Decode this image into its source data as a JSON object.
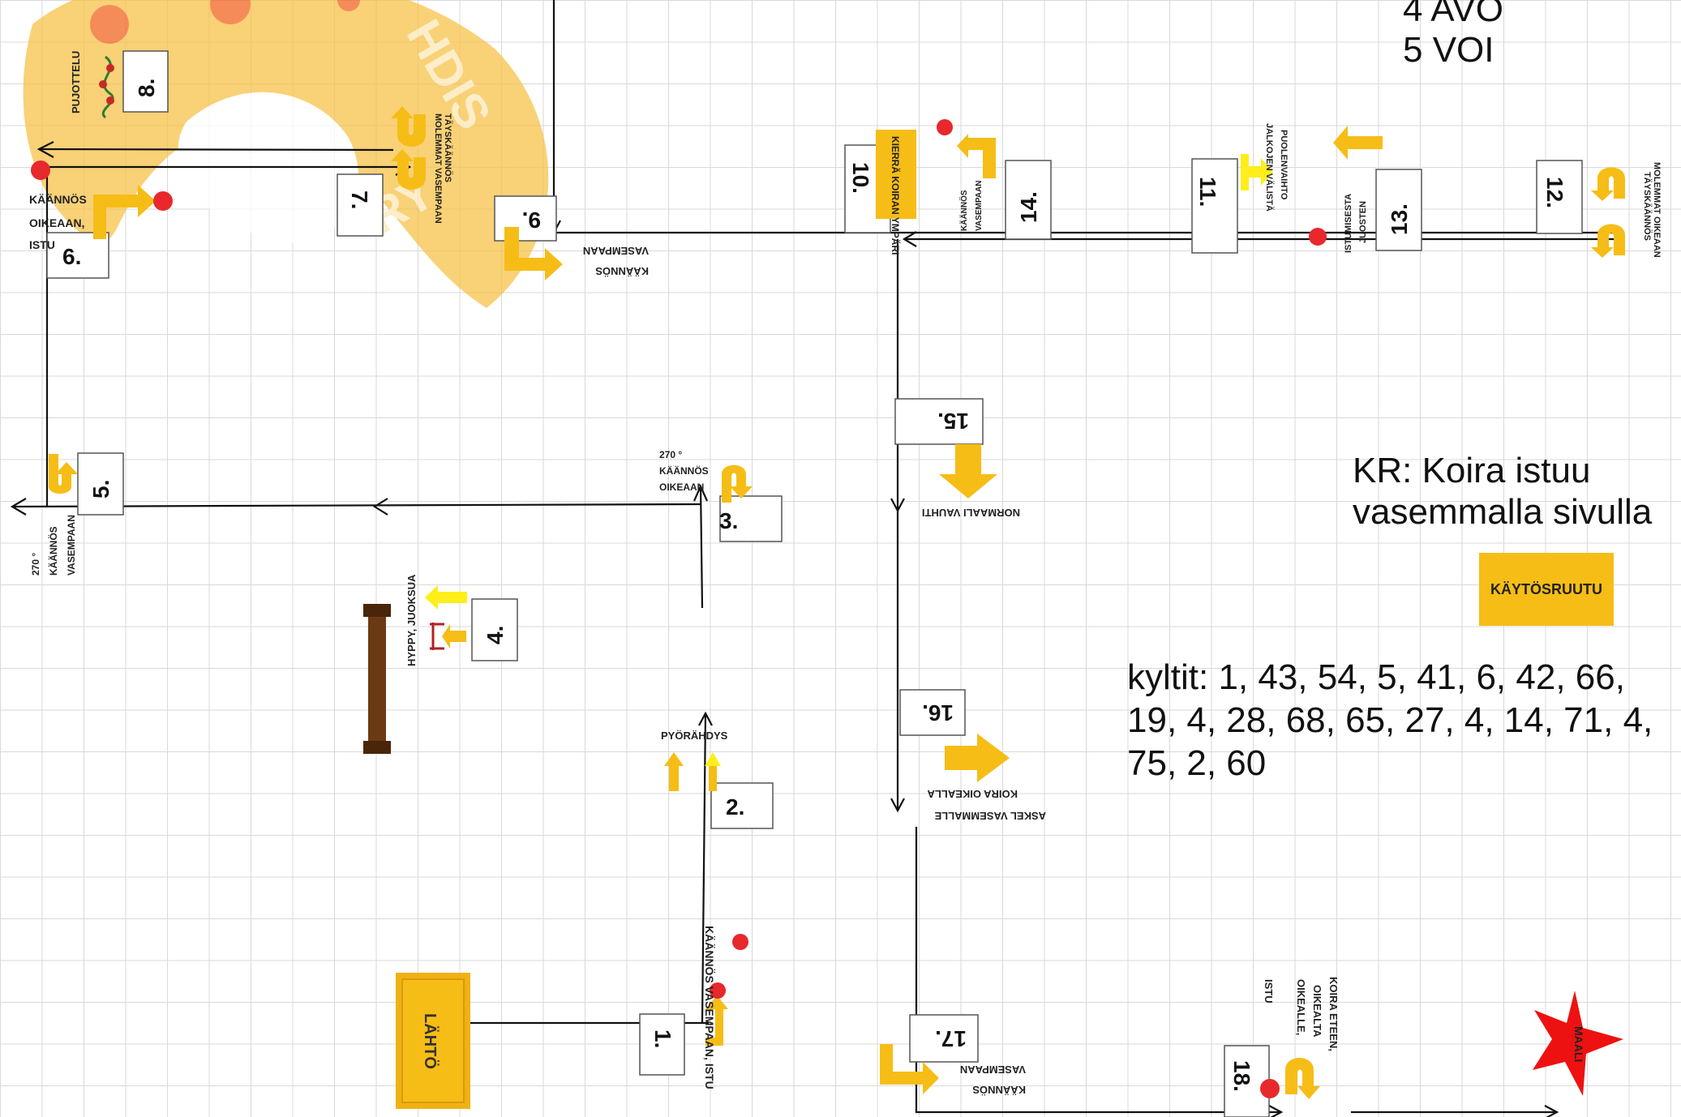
{
  "header_lines": [
    "4 AVO",
    "5 VOI"
  ],
  "kr_text": "KR: Koira istuu vasemmalla sivulla",
  "legend_label": "KÄYTÖSRUUTU",
  "kyltit_text": "kyltit: 1, 43, 54, 5, 41, 6, 42, 66, 19, 4, 28, 68, 65, 27, 4, 14, 71, 4, 75, 2, 60",
  "start_label": "LÄHTÖ",
  "finish_label": "MAALI",
  "numbers": {
    "n1": "1.",
    "n2": "2.",
    "n3": "3.",
    "n4": "4.",
    "n5": "5.",
    "n6": "6.",
    "n7": "7.",
    "n8": "8.",
    "n9": "9.",
    "n10": "10.",
    "n11": "11.",
    "n12": "12.",
    "n13": "13.",
    "n14": "14.",
    "n15": "15.",
    "n16": "16.",
    "n17": "17.",
    "n18": "18."
  },
  "signs": {
    "s1": "KÄÄNNÖS VASEMPAAN, ISTU",
    "s2": "PYÖRÄHDYS",
    "s3_l1": "270 °",
    "s3_l2": "KÄÄNNÖS",
    "s3_l3": "OIKEAAN",
    "s4": "HYPPY, JUOKSUA",
    "s5_l1": "270 °",
    "s5_l2": "KÄÄNNÖS",
    "s5_l3": "VASEMPAAN",
    "s6_l1": "KÄÄNNÖS",
    "s6_l2": "OIKEAAN,",
    "s6_l3": "ISTU",
    "s7_l1": "MOLEMMAT VASEMPAAN",
    "s7_l2": "TÄYSKÄÄNNÖS",
    "s8": "PUJOTTELU",
    "s9_l1": "KÄÄNNÖS",
    "s9_l2": "VASEMPAAN",
    "s10": "KIERRÄ KOIRAN YMPÄRI",
    "s11_l1": "PUOLENVAIHTO",
    "s11_l2": "JALKOJEN VÄLISTÄ",
    "s12_l1": "MOLEMMAT OIKEAAN",
    "s12_l2": "TÄYSKÄÄNNÖS",
    "s13_l1": "ISTUMISESTA",
    "s13_l2": "JUOSTEN",
    "s14_l1": "KÄÄNNÖS",
    "s14_l2": "VASEMPAAN",
    "s15": "NORMAALI VAUHTI",
    "s16_l1": "KOIRA OIKEALLA",
    "s16_l2": "ASKEL VASEMMALLE",
    "s17_l1": "KÄÄNNÖS",
    "s17_l2": "VASEMPAAN",
    "s18_l1": "KOIRA ETEEN,",
    "s18_l2": "OIKEALTA",
    "s18_l3": "OIKEALLE,",
    "s18_l4": "ISTU"
  },
  "colors": {
    "sign_yellow": "#f6bd16",
    "bright_yellow": "#ffee1a",
    "stop_red": "#e8282c",
    "finish_red": "#ee1111",
    "watermark": "#f7c24a",
    "grid": "#d9d9d9",
    "path": "#111111",
    "bar": "#6b3a14"
  }
}
